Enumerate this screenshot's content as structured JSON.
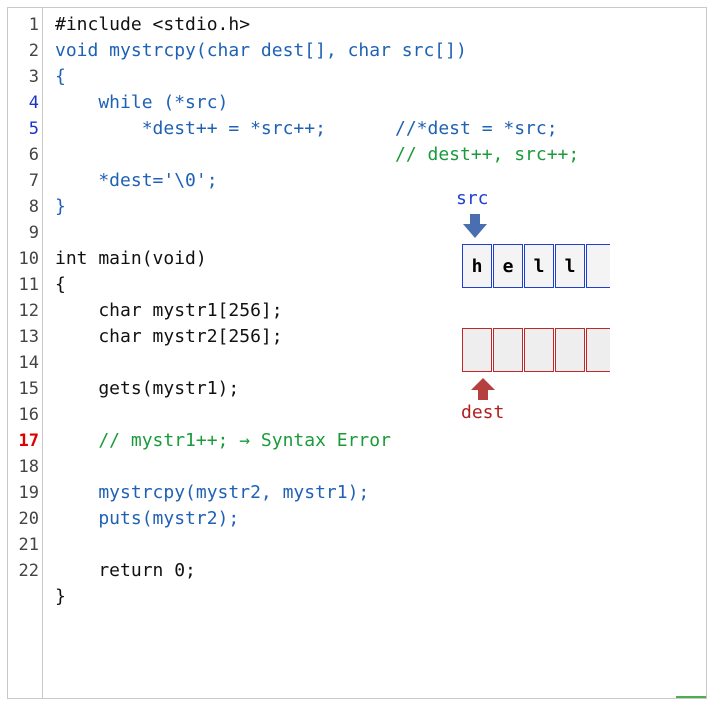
{
  "line_numbers": [
    "1",
    "2",
    "3",
    "4",
    "5",
    "6",
    "7",
    "8",
    "9",
    "10",
    "11",
    "12",
    "13",
    "14",
    "15",
    "16",
    "17",
    "18",
    "19",
    "20",
    "21",
    "22"
  ],
  "code": {
    "l1": "#include <stdio.h>",
    "l2": "void mystrcpy(char dest[], char src[])",
    "l3": "{",
    "l4": "    while (*src)",
    "l5": "        *dest++ = *src++;",
    "l5c": "//*dest = *src;",
    "l6c": "// dest++, src++;",
    "l7": "    *dest='\\0';",
    "l8": "}",
    "l10": "int main(void)",
    "l11": "{",
    "l12": "    char mystr1[256];",
    "l13": "    char mystr2[256];",
    "l15": "    gets(mystr1);",
    "l17": "    // mystr1++; → Syntax Error",
    "l19": "    mystrcpy(mystr2, mystr1);",
    "l20": "    puts(mystr2);",
    "l22": "    return 0;",
    "l23": "}"
  },
  "diagram": {
    "src_label": "src",
    "dest_label": "dest",
    "src_cells": [
      "h",
      "e",
      "l",
      "l",
      ""
    ],
    "dest_cells": [
      "",
      "",
      "",
      "",
      ""
    ],
    "src_color": "#1f3fd1",
    "dest_color": "#c0282a"
  }
}
